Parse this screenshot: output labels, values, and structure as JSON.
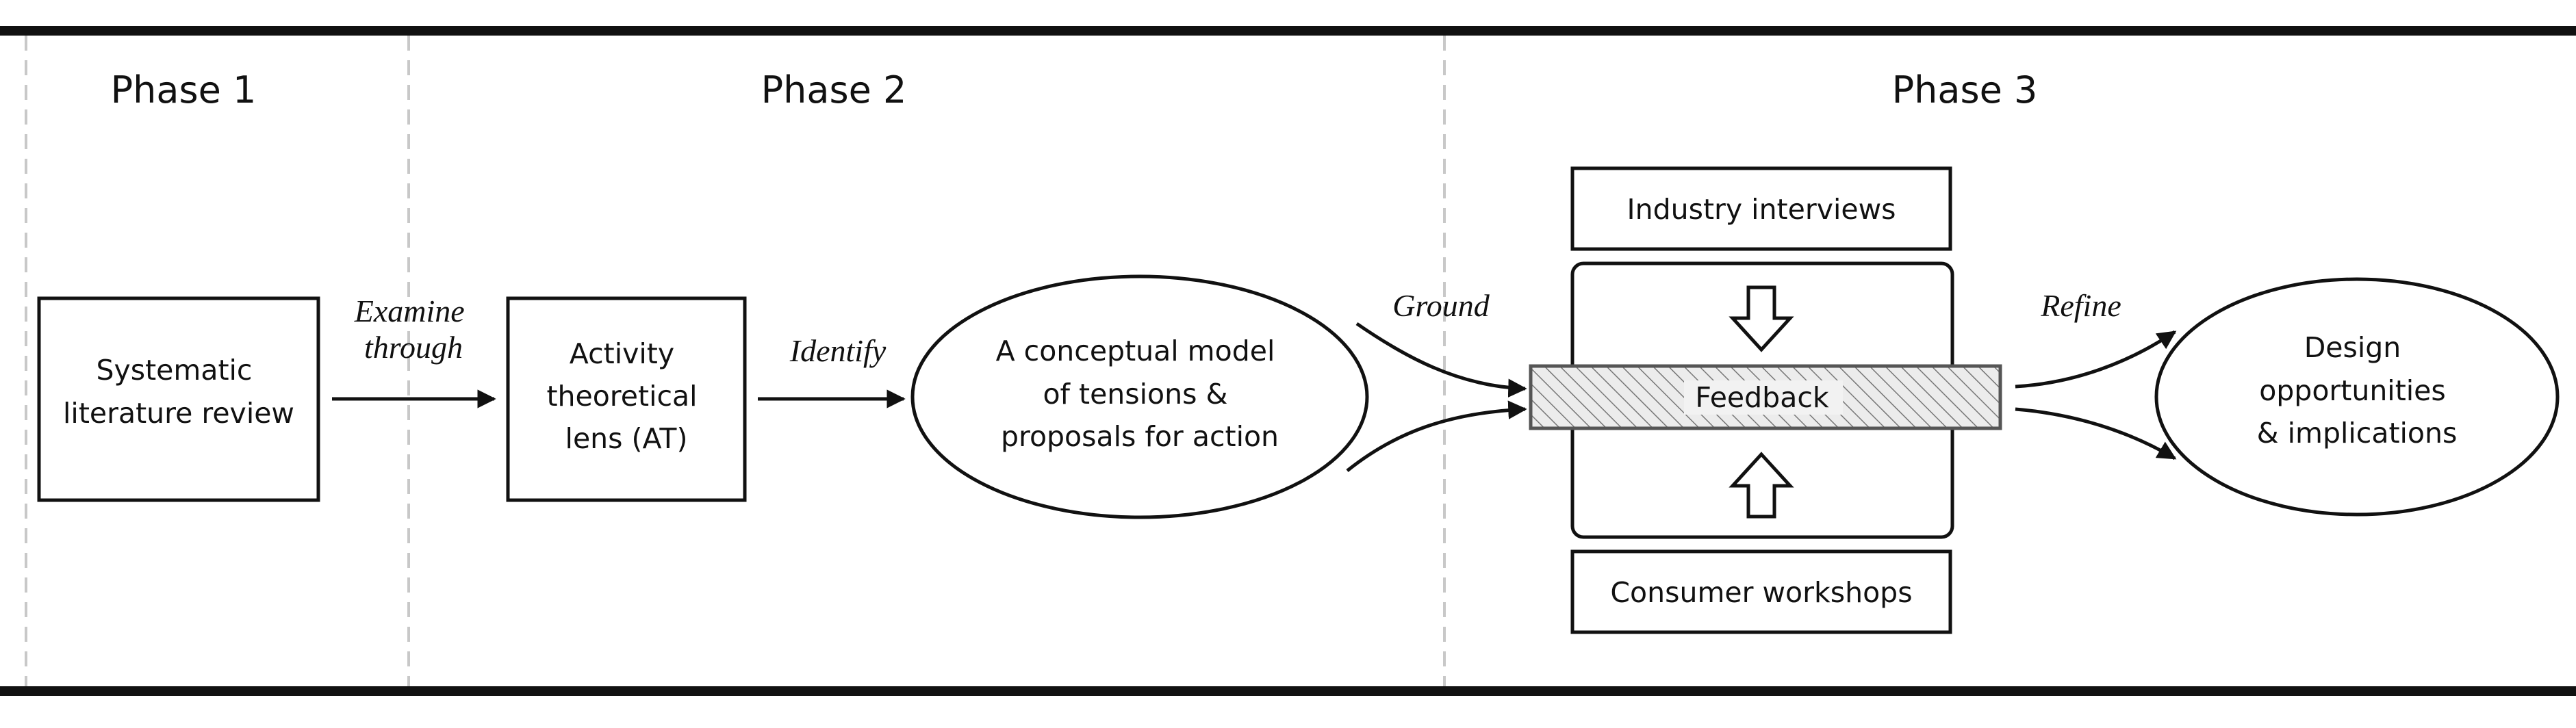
{
  "phases": [
    {
      "label": "Phase 1"
    },
    {
      "label": "Phase 2"
    },
    {
      "label": "Phase 3"
    }
  ],
  "nodes": {
    "slr": {
      "lines": [
        "Systematic",
        "literature review"
      ]
    },
    "at_lens": {
      "lines": [
        "Activity",
        "theoretical",
        "lens (AT)"
      ]
    },
    "conceptual_model": {
      "lines": [
        "A conceptual model",
        "of tensions &",
        "proposals for action"
      ]
    },
    "industry_interviews": {
      "label": "Industry interviews"
    },
    "feedback": {
      "label": "Feedback"
    },
    "consumer_workshops": {
      "label": "Consumer workshops"
    },
    "design_opportunities": {
      "lines": [
        "Design",
        "opportunities",
        "& implications"
      ]
    }
  },
  "edges": {
    "examine_through": {
      "lines": [
        "Examine",
        "through"
      ]
    },
    "identify": {
      "label": "Identify"
    },
    "ground": {
      "label": "Ground"
    },
    "refine": {
      "label": "Refine"
    }
  },
  "colors": {
    "line": "#111111",
    "divider": "#c8c8c8",
    "hatch_fill": "#e4e4e4"
  }
}
